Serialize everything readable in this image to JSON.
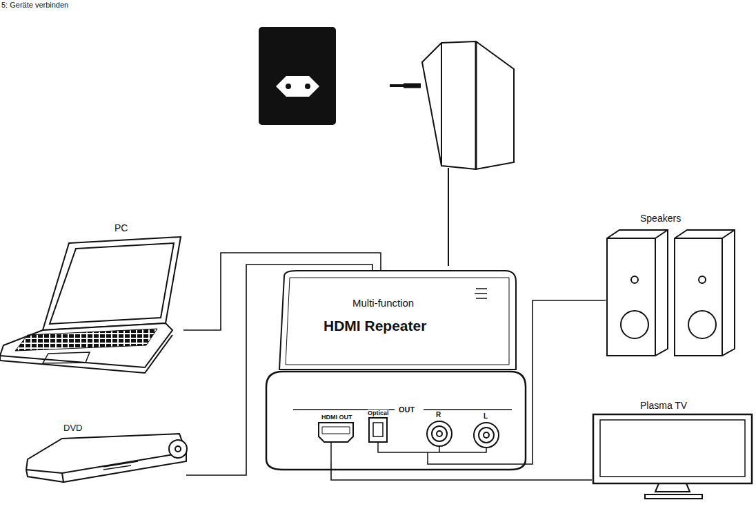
{
  "diagram": {
    "title": "5: Geräte verbinden",
    "nodes": [
      {
        "text": [
          "PC"
        ]
      },
      {
        "text": [
          "DVD"
        ]
      },
      {
        "text": [
          "Multi-function",
          "HDMI Repeater"
        ]
      },
      {
        "text": [
          "Speakers"
        ]
      },
      {
        "text": [
          "Plasma TV"
        ]
      }
    ],
    "edges": [
      {
        "from": 0,
        "to": 2,
        "arrow": "none"
      },
      {
        "from": 1,
        "to": 2,
        "arrow": "none"
      },
      {
        "from": 2,
        "to": 3,
        "arrow": "none"
      },
      {
        "from": 2,
        "to": 4,
        "arrow": "none"
      }
    ],
    "labels": [
      "OUT",
      "HDMI OUT",
      "Optical",
      "R",
      "L"
    ]
  }
}
